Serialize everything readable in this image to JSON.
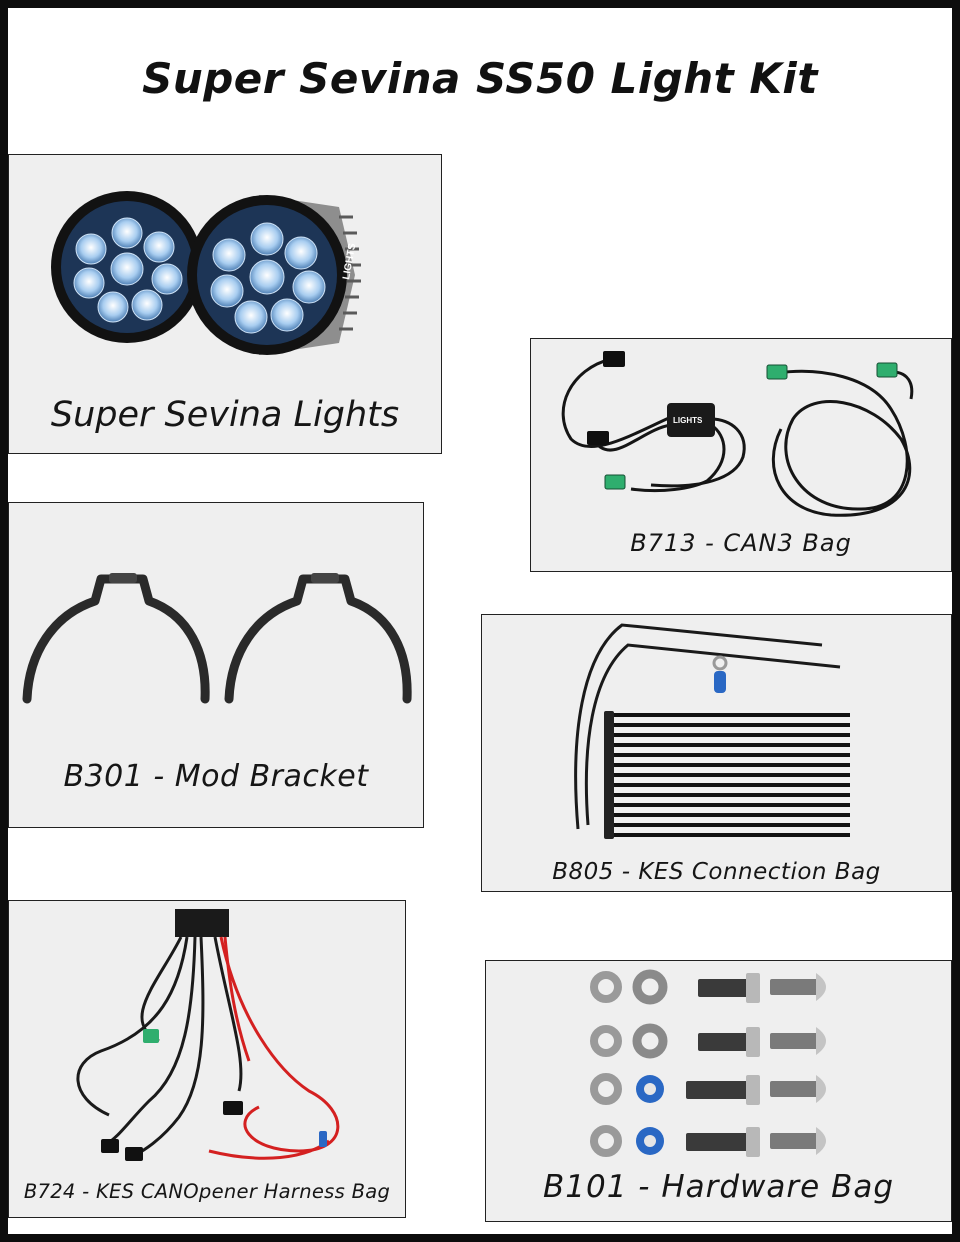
{
  "page": {
    "title": "Super Sevina SS50 Light Kit"
  },
  "panels": {
    "lights": {
      "label": "Super Sevina Lights",
      "brand": "LIGHTS"
    },
    "can3": {
      "label": "B713 - CAN3 Bag",
      "module_brand": "LIGHTS"
    },
    "bracket": {
      "label": "B301 - Mod Bracket"
    },
    "kes": {
      "label": "B805 - KES Connection Bag"
    },
    "harness": {
      "label": "B724 - KES CANOpener Harness Bag"
    },
    "hardware": {
      "label": "B101 - Hardware Bag"
    }
  },
  "colors": {
    "background": "#ffffff",
    "panel": "#efefef",
    "border": "#222222",
    "connector_green": "#2fae6e",
    "wire_red": "#d42020",
    "led_blue": "#7fb2e6",
    "nut_blue": "#2a68c4"
  }
}
